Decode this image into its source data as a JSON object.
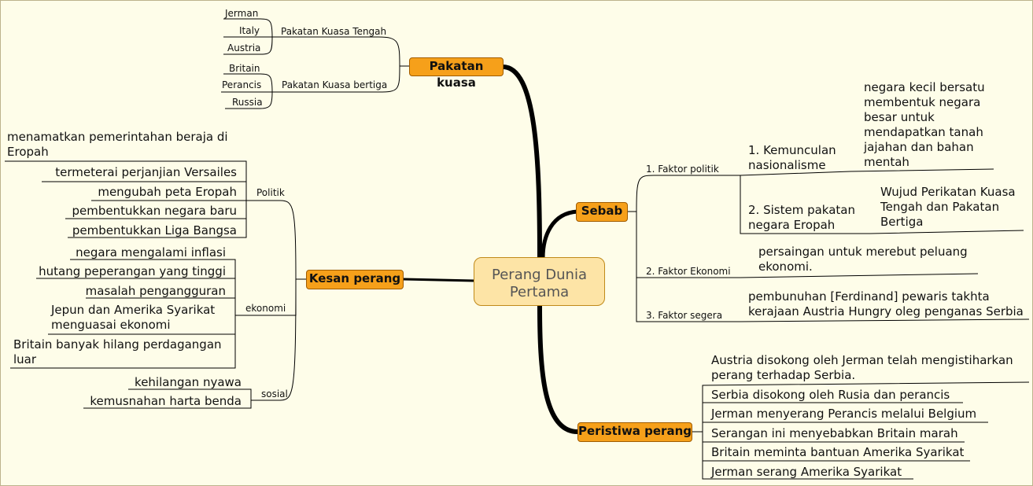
{
  "central": {
    "line1": "Perang Dunia",
    "line2": "Pertama"
  },
  "branches": {
    "pakatan": "Pakatan kuasa",
    "sebab": "Sebab",
    "kesan": "Kesan perang",
    "peristiwa": "Peristiwa perang"
  },
  "pakatan": {
    "tengah": {
      "label": "Pakatan Kuasa Tengah",
      "items": [
        "Jerman",
        "Italy",
        "Austria"
      ]
    },
    "bertiga": {
      "label": "Pakatan Kuasa bertiga",
      "items": [
        "Britain",
        "Perancis",
        "Russia"
      ]
    }
  },
  "sebab": {
    "politik": {
      "label": "1. Faktor politik",
      "sub1": {
        "label1": "1. Kemunculan",
        "label2": "nasionalisme",
        "detail": [
          "negara kecil bersatu",
          "membentuk negara",
          "besar untuk",
          "mendapatkan tanah",
          "jajahan dan bahan",
          "mentah"
        ]
      },
      "sub2": {
        "label1": "2. Sistem pakatan",
        "label2": "negara Eropah",
        "detail": [
          "Wujud Perikatan Kuasa",
          "Tengah dan Pakatan",
          "Bertiga"
        ]
      }
    },
    "ekonomi": {
      "label": "2. Faktor Ekonomi",
      "detail": [
        "persaingan untuk merebut peluang",
        "ekonomi."
      ]
    },
    "segera": {
      "label": "3. Faktor segera",
      "detail": [
        "pembunuhan [Ferdinand] pewaris takhta",
        "kerajaan Austria Hungry oleg penganas Serbia"
      ]
    }
  },
  "kesan": {
    "politik": {
      "label": "Politik",
      "items": [
        [
          "menamatkan pemerintahan beraja di",
          "Eropah"
        ],
        [
          "termeterai perjanjian Versailes"
        ],
        [
          "mengubah peta Eropah"
        ],
        [
          "pembentukkan negara baru"
        ],
        [
          "pembentukkan Liga Bangsa"
        ]
      ]
    },
    "ekonomi": {
      "label": "ekonomi",
      "items": [
        [
          "negara mengalami inflasi"
        ],
        [
          "hutang peperangan yang tinggi"
        ],
        [
          "masalah pengangguran"
        ],
        [
          "Jepun dan Amerika Syarikat",
          "menguasai ekonomi"
        ],
        [
          "Britain banyak hilang perdagangan",
          "luar"
        ]
      ]
    },
    "sosial": {
      "label": "sosial",
      "items": [
        [
          "kehilangan nyawa"
        ],
        [
          "kemusnahan harta benda"
        ]
      ]
    }
  },
  "peristiwa": {
    "items": [
      [
        "Austria disokong oleh Jerman telah mengistiharkan",
        "perang terhadap Serbia."
      ],
      [
        "Serbia disokong oleh Rusia dan perancis"
      ],
      [
        "Jerman menyerang Perancis melalui Belgium"
      ],
      [
        "Serangan ini menyebabkan Britain marah"
      ],
      [
        "Britain meminta bantuan Amerika Syarikat"
      ],
      [
        "Jerman serang Amerika Syarikat"
      ]
    ]
  }
}
